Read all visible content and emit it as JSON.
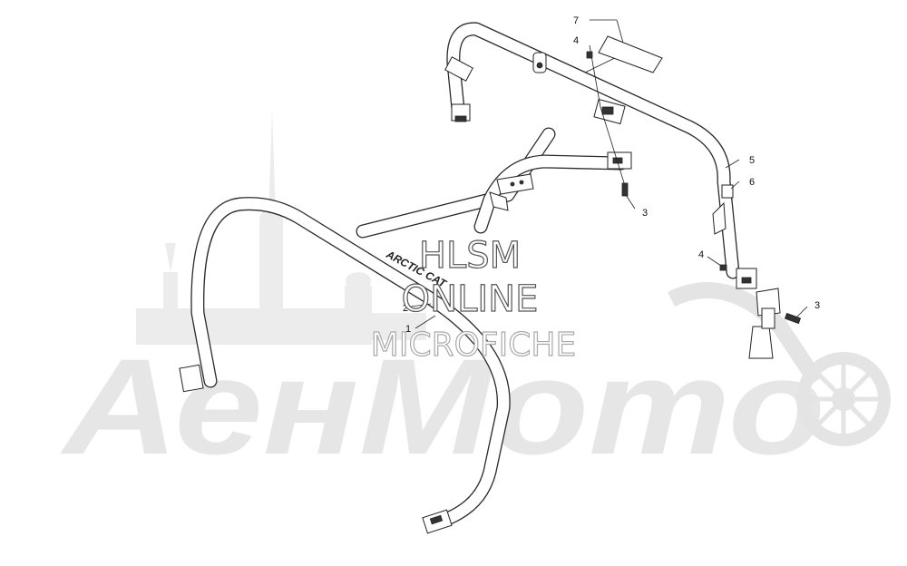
{
  "watermark": {
    "background_brand": "АенМото",
    "line1": "HLSM",
    "line2": "ONLINE",
    "line3": "MICROFICHE"
  },
  "tube_brand_text": "ARCTIC CAT",
  "callouts": [
    {
      "id": "7",
      "label": "7"
    },
    {
      "id": "4a",
      "label": "4"
    },
    {
      "id": "5",
      "label": "5"
    },
    {
      "id": "6",
      "label": "6"
    },
    {
      "id": "3a",
      "label": "3"
    },
    {
      "id": "4b",
      "label": "4"
    },
    {
      "id": "3b",
      "label": "3"
    },
    {
      "id": "2",
      "label": "2"
    },
    {
      "id": "1",
      "label": "1"
    }
  ],
  "colors": {
    "line": "#2a2a2a",
    "watermark_fill": "#e6e6e6",
    "background": "#ffffff"
  }
}
